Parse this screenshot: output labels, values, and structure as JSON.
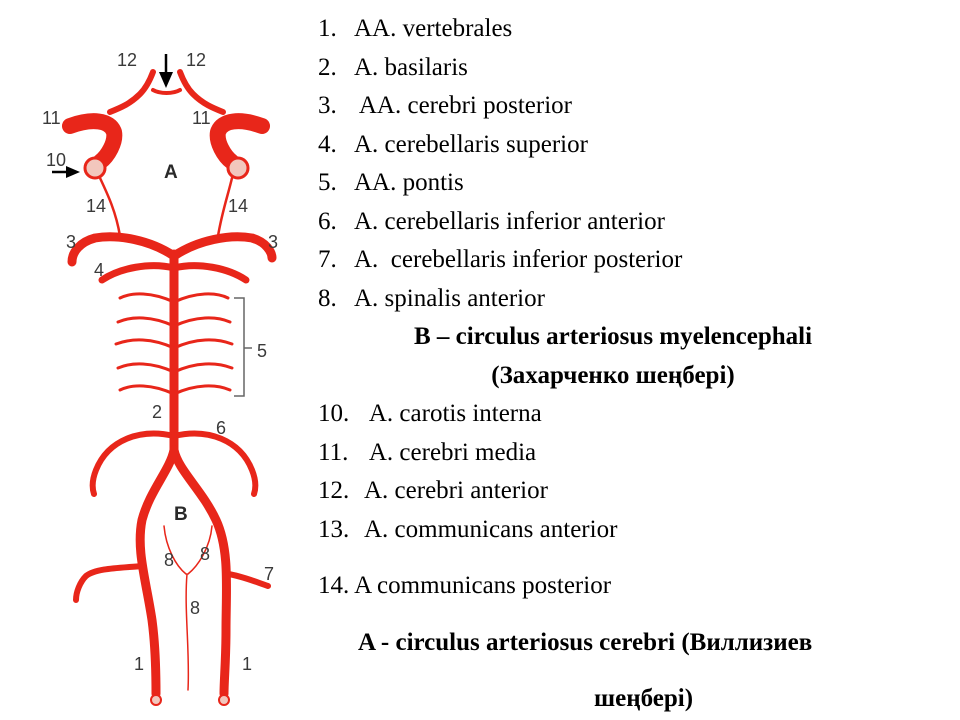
{
  "diagram": {
    "labels": {
      "l12_left": "12",
      "l12_right": "12",
      "l11_left": "11",
      "l11_right": "11",
      "l10": "10",
      "lA": "A",
      "l14_left": "14",
      "l14_right": "14",
      "l3_left": "3",
      "l3_right": "3",
      "l4": "4",
      "l5": "5",
      "l2": "2",
      "l6": "6",
      "lB": "B",
      "l8_left": "8",
      "l8_right": "8",
      "l8_bottom": "8",
      "l7": "7",
      "l1_left": "1",
      "l1_right": "1"
    }
  },
  "legend": {
    "items_a": [
      {
        "num": "1.",
        "text": "AA. vertebrales"
      },
      {
        "num": "2.",
        "text": "A. basilaris"
      },
      {
        "num": "3.",
        "text": " AA. cerebri posterior"
      },
      {
        "num": "4.",
        "text": "A. cerebellaris superior"
      },
      {
        "num": "5.",
        "text": "AA. pontis"
      },
      {
        "num": "6.",
        "text": "A. cerebellaris inferior anterior"
      },
      {
        "num": "7.",
        "text": "A.  cerebellaris inferior posterior"
      },
      {
        "num": "8.",
        "text": "A. spinalis anterior"
      }
    ],
    "heading_b_line1": "B – circulus arteriosus myelencephali",
    "heading_b_line2": "(Захарченко шеңбері)",
    "items_b": [
      {
        "num": "10.",
        "text": " A. carotis interna"
      },
      {
        "num": "11.",
        "text": " A. cerebri media"
      },
      {
        "num": "12.",
        "text": "A. cerebri anterior"
      },
      {
        "num": "13.",
        "text": "A. communicans anterior"
      }
    ],
    "item_14": "14. A communicans posterior",
    "heading_a_line1": "A -  circulus arteriosus cerebri (Виллизиев",
    "heading_a_line2": "шеңбері)"
  }
}
